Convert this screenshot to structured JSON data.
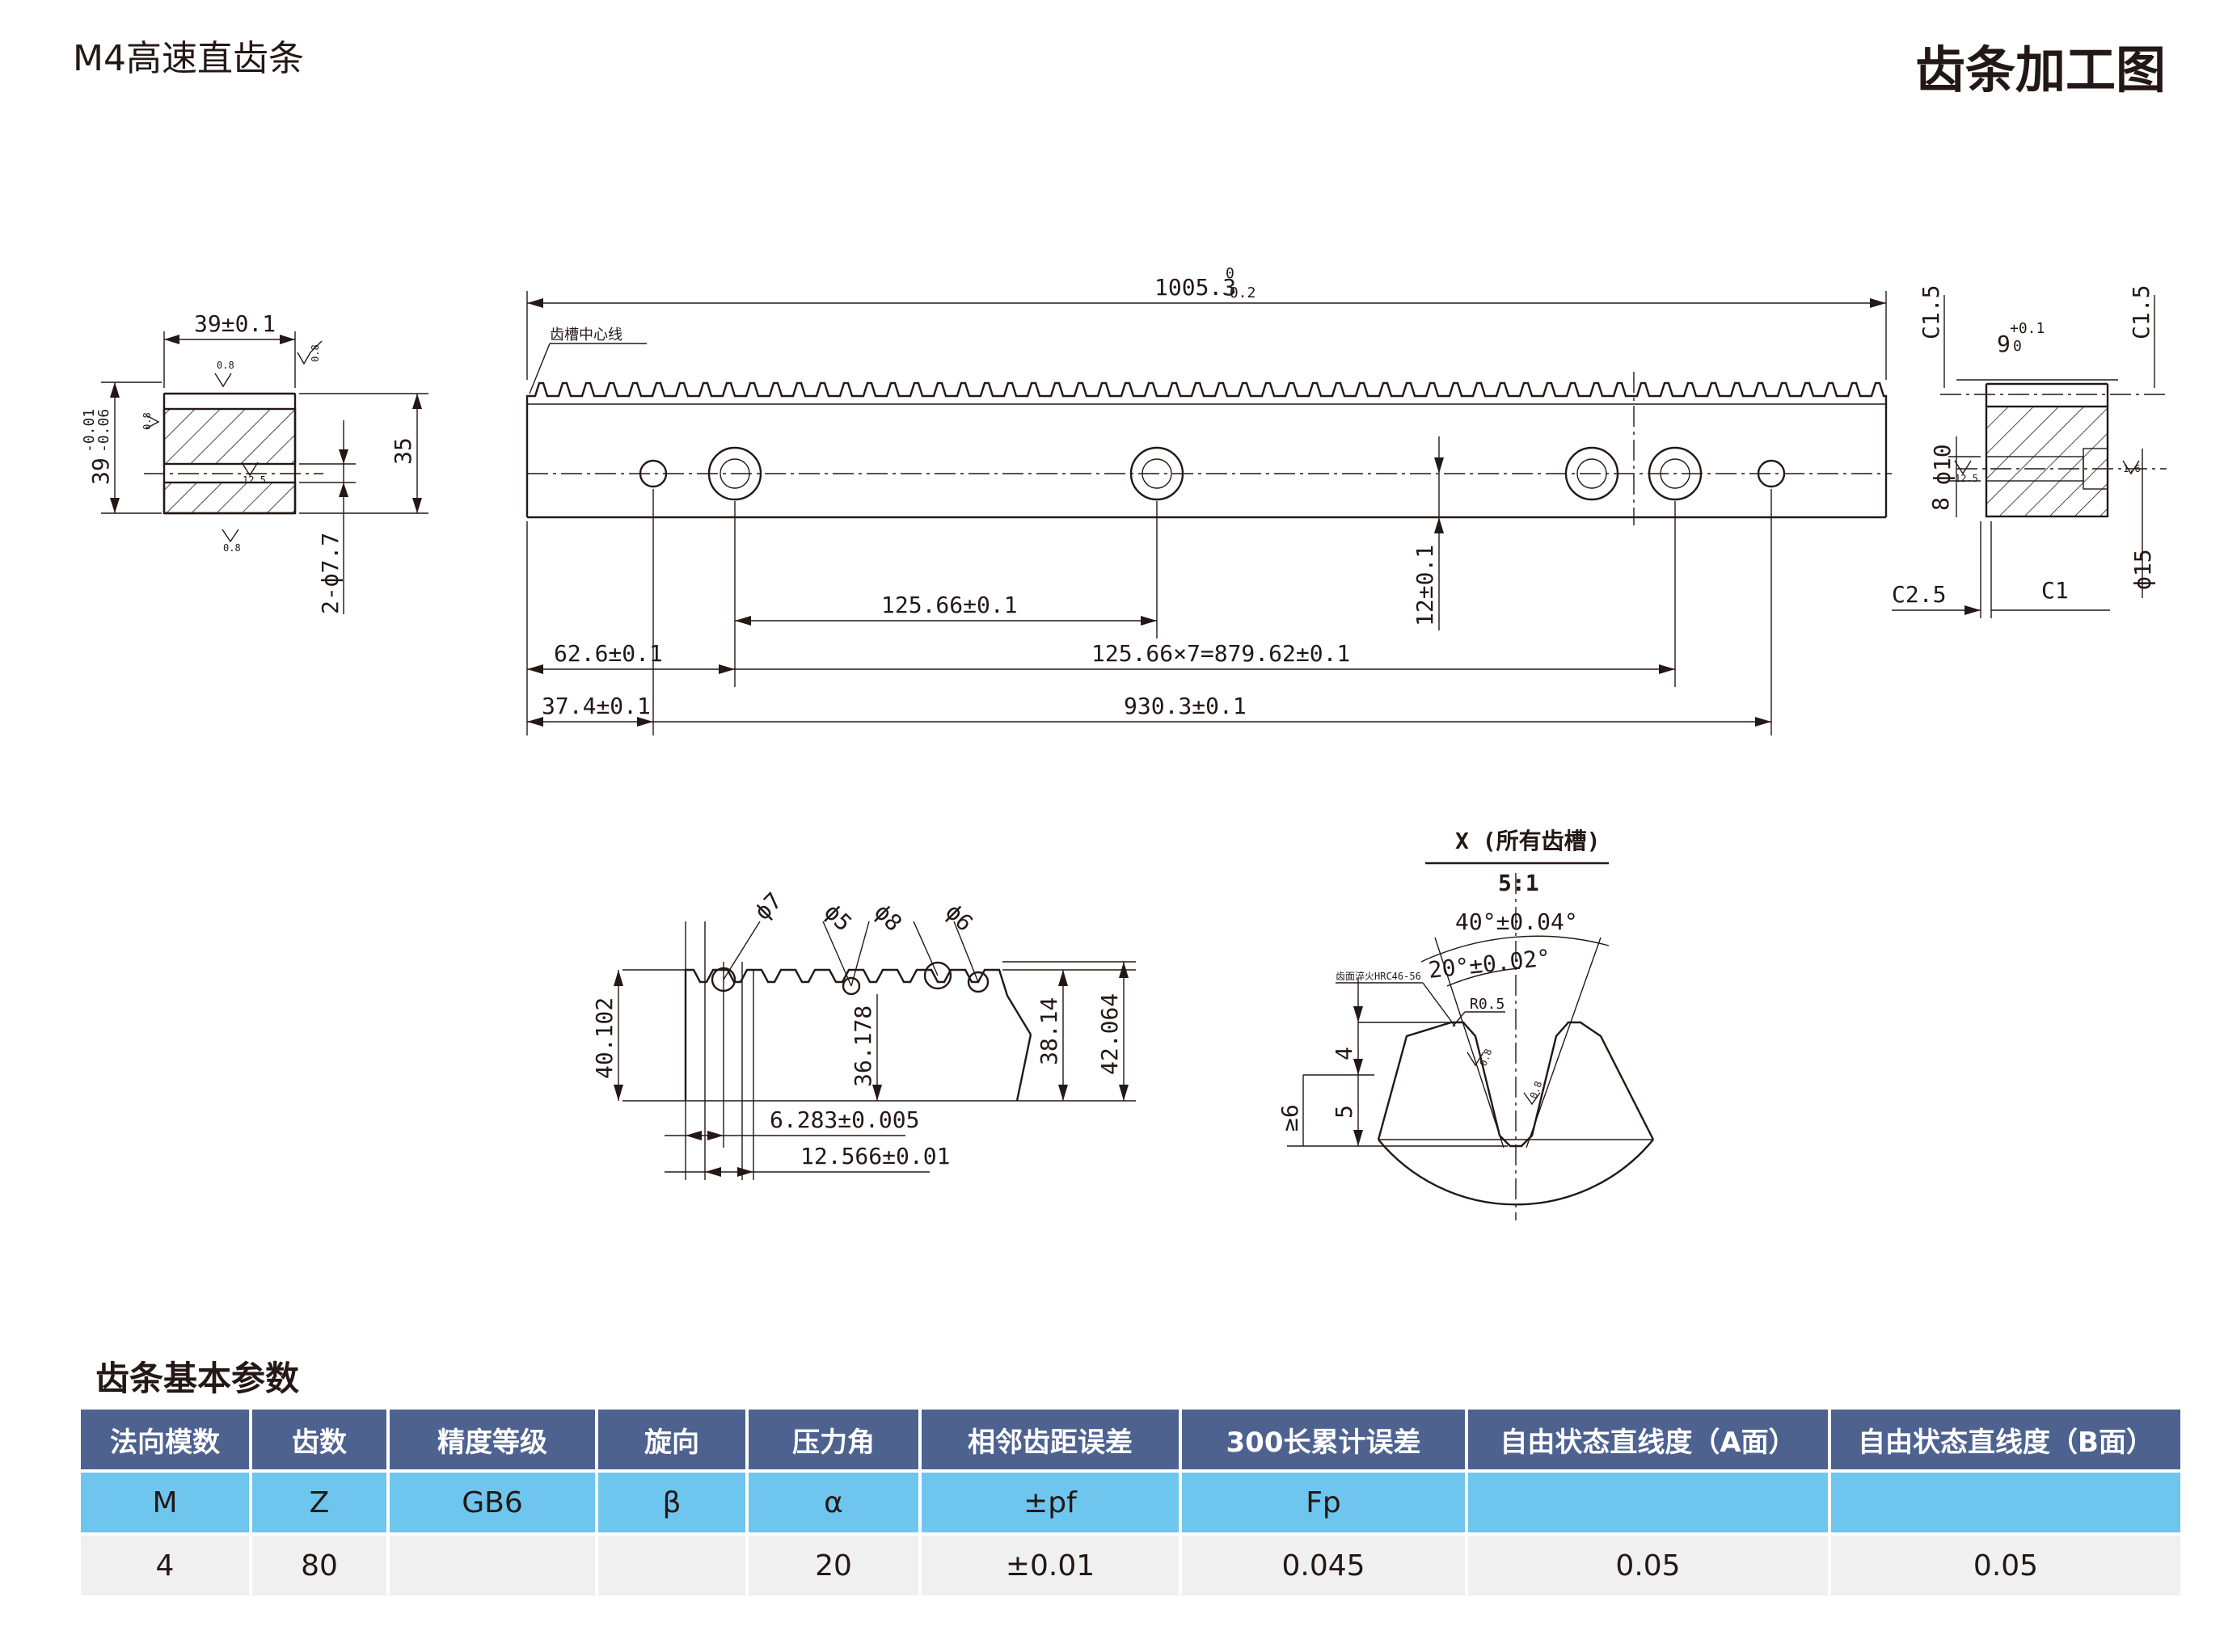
{
  "header": {
    "product_title": "M4高速直齿条",
    "drawing_title": "齿条加工图"
  },
  "drawing": {
    "end_view": {
      "width_dim": "39±0.1",
      "height_dim": "35",
      "tol_top": "39",
      "tol_upper": "-0.01",
      "tol_lower": "-0.06",
      "hole_dim": "2-ϕ7.7",
      "rough_08": "0.8",
      "rough_125": "12.5"
    },
    "front_view": {
      "overall_length": "1005.3",
      "overall_tol_upper": "0",
      "overall_tol_lower": "-0.2",
      "centerline_label": "齿槽中心线",
      "pitch_dim": "125.66±0.1",
      "pitch_total_dim": "125.66×7=879.62±0.1",
      "first_hole_dim": "62.6±0.1",
      "pin_dim": "37.4±0.1",
      "pin_span_dim": "930.3±0.1",
      "hole_height_dim": "12±0.1"
    },
    "side_section": {
      "chamfer_top_left": "C1.5",
      "chamfer_top_right": "C1.5",
      "depth_dim": "9",
      "depth_tol_upper": "+0.1",
      "depth_tol_lower": "0",
      "bore_dim": "ϕ10",
      "bore_depth": "8",
      "cbore_dim": "ϕ15",
      "chamfer_bottom_left": "C2.5",
      "chamfer_bottom_right": "C1",
      "rough_125": "12.5",
      "rough_16": "1.6"
    },
    "tooth_check": {
      "d7": "ϕ7",
      "d5": "ϕ5",
      "d8": "ϕ8",
      "d6": "ϕ6",
      "h40": "40.102",
      "h36": "36.178",
      "h38": "38.14",
      "h42": "42.064",
      "p1": "6.283±0.005",
      "p2": "12.566±0.01"
    },
    "detail_x": {
      "title": "X (所有齿槽)",
      "scale": "5:1",
      "angle_total": "40°±0.04°",
      "angle_half": "20°±0.02°",
      "hardening_note": "齿面淬火HRC46-56",
      "radius": "R0.5",
      "dim_4": "4",
      "dim_5": "5",
      "dim_hardness": "≥6",
      "rough_08": "0.8"
    }
  },
  "params_section": {
    "title": "齿条基本参数",
    "headers": [
      "法向模数",
      "齿数",
      "精度等级",
      "旋向",
      "压力角",
      "相邻齿距误差",
      "300长累计误差",
      "自由状态直线度（A面）",
      "自由状态直线度（B面）"
    ],
    "symbols": [
      "M",
      "Z",
      "GB6",
      "β",
      "α",
      "±pf",
      "Fp",
      "",
      ""
    ],
    "values": [
      "4",
      "80",
      "",
      "",
      "20",
      "±0.01",
      "0.045",
      "0.05",
      "0.05"
    ]
  },
  "colors": {
    "header_bg": "#4e6290",
    "symbol_row_bg": "#6ec5ee",
    "value_row_bg": "#f0f0f0",
    "line": "#231815"
  }
}
